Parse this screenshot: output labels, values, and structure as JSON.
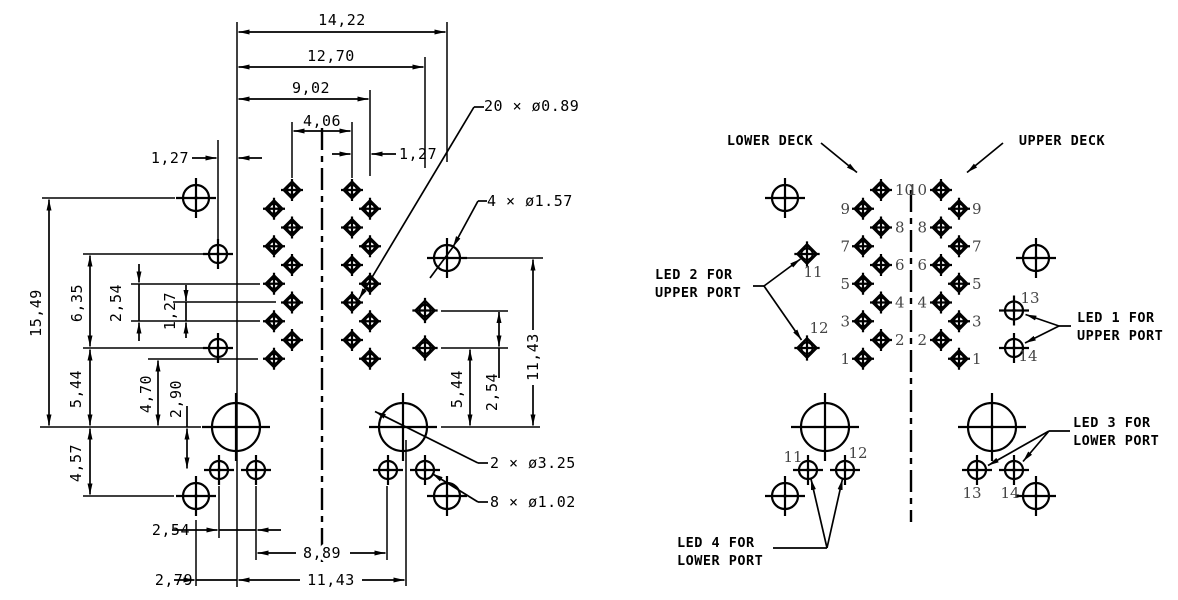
{
  "colors": {
    "line": "#000000",
    "pin_number": "#454545",
    "background": "#ffffff"
  },
  "left_view": {
    "dimensions": {
      "width_14_22": "14,22",
      "width_12_70": "12,70",
      "width_9_02": "9,02",
      "width_4_06": "4,06",
      "offset_1_27_right": "1,27",
      "offset_1_27_left": "1,27",
      "height_15_49": "15,49",
      "height_6_35": "6,35",
      "pitch_2_54_left": "2,54",
      "row_offset_1_27": "1,27",
      "height_5_44_left": "5,44",
      "height_4_70": "4,70",
      "height_2_90": "2,90",
      "height_4_57": "4,57",
      "pitch_2_54_bottom": "2,54",
      "width_8_89": "8,89",
      "offset_2_79": "2,79",
      "width_11_43_bottom": "11,43",
      "height_5_44_right": "5,44",
      "pitch_2_54_right": "2,54",
      "height_11_43_right": "11,43"
    },
    "callouts": {
      "signal_holes": "20 × ø0.89",
      "mount_holes": "4 × ø1.57",
      "big_holes": "2 × ø3.25",
      "led_holes": "8 × ø1.02"
    }
  },
  "right_view": {
    "labels": {
      "lower_deck": "LOWER DECK",
      "upper_deck": "UPPER DECK",
      "led2_line1": "LED 2 FOR",
      "led2_line2": "UPPER PORT",
      "led1_line1": "LED 1 FOR",
      "led1_line2": "UPPER PORT",
      "led3_line1": "LED 3 FOR",
      "led3_line2": "LOWER PORT",
      "led4_line1": "LED 4 FOR",
      "led4_line2": "LOWER PORT"
    },
    "pin_numbers": {
      "inner_top_to_bottom": [
        "10",
        "8",
        "6",
        "4",
        "2"
      ],
      "outer_top_to_bottom": [
        "9",
        "7",
        "5",
        "3",
        "1"
      ],
      "upper_left_leds": [
        "11",
        "12"
      ],
      "upper_right_leds": [
        "13",
        "14"
      ],
      "lower_left_leds": [
        "11",
        "12"
      ],
      "lower_right_leds": [
        "13",
        "14"
      ]
    }
  }
}
